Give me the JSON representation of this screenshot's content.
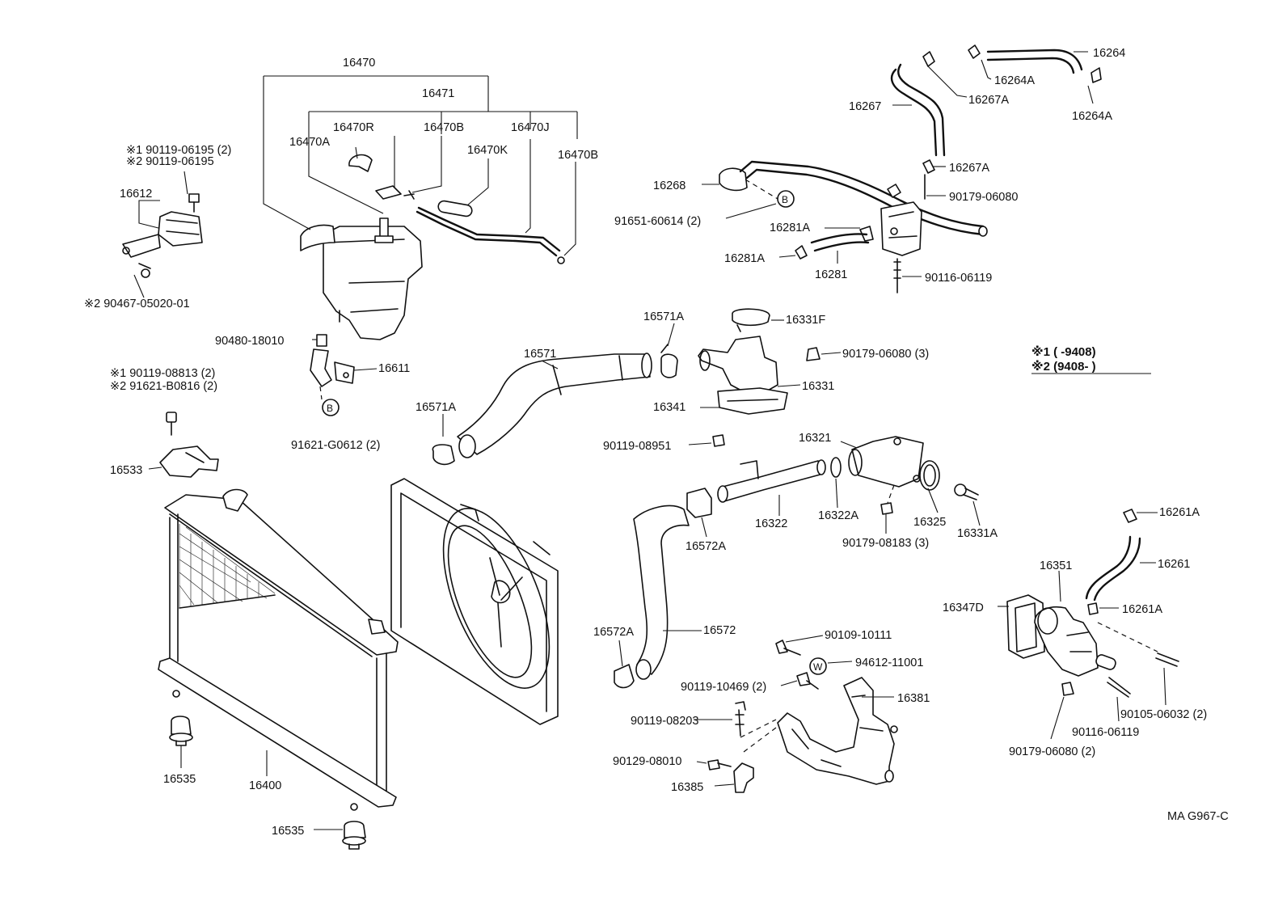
{
  "labels": {
    "l16470": "16470",
    "l16471": "16471",
    "l16470R": "16470R",
    "l16470B_a": "16470B",
    "l16470J": "16470J",
    "l16470A": "16470A",
    "l16470K": "16470K",
    "l16470B_b": "16470B",
    "l16612": "16612",
    "n1_06195": "※1 90119-06195 (2)",
    "n2_06195": "※2 90119-06195",
    "n2_05020": "※2 90467-05020-01",
    "l90480": "90480-18010",
    "l16611": "16611",
    "l91621G": "91621-G0612 (2)",
    "n1_08813": "※1 90119-08813 (2)",
    "n2_B0816": "※2 91621-B0816 (2)",
    "l16533": "16533",
    "l16535_a": "16535",
    "l16400": "16400",
    "l16535_b": "16535",
    "l16571": "16571",
    "l16571A_a": "16571A",
    "l16571A_b": "16571A",
    "l16331F": "16331F",
    "l90179_3a": "90179-06080 (3)",
    "l16331": "16331",
    "l16341": "16341",
    "l16264": "16264",
    "l16264A_a": "16264A",
    "l16264A_b": "16264A",
    "l16267": "16267",
    "l16267A_a": "16267A",
    "l16267A_b": "16267A",
    "l16268": "16268",
    "l90179_06080": "90179-06080",
    "l91651": "91651-60614 (2)",
    "l16281A_a": "16281A",
    "l16281A_b": "16281A",
    "l16281": "16281",
    "l90116_a": "90116-06119",
    "legend1": "※1 (          -9408)",
    "legend2": "※2 (9408-          )",
    "l90119_08951": "90119-08951",
    "l16321": "16321",
    "l16322": "16322",
    "l16322A": "16322A",
    "l16325": "16325",
    "l16331A": "16331A",
    "l90179_08183": "90179-08183 (3)",
    "l16572A_a": "16572A",
    "l16572A_b": "16572A",
    "l16572": "16572",
    "l16261A_a": "16261A",
    "l16261": "16261",
    "l16351": "16351",
    "l16347D": "16347D",
    "l16261A_b": "16261A",
    "l90109": "90109-10111",
    "l94612": "94612-11001",
    "l90119_10469": "90119-10469 (2)",
    "l16381": "16381",
    "l90119_08203": "90119-08203",
    "l90129": "90129-08010",
    "l16385": "16385",
    "l90105": "90105-06032 (2)",
    "l90116_b": "90116-06119",
    "l90179_2": "90179-06080 (2)",
    "code": "MA G967-C",
    "markB1": "B",
    "markB2": "B",
    "markW": "W"
  }
}
